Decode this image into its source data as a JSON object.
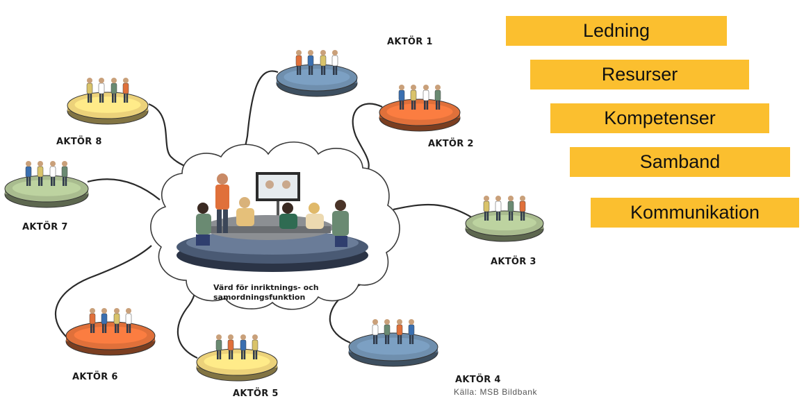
{
  "actors": [
    {
      "id": 1,
      "label": "AKTÖR 1",
      "color": "#6f8fae"
    },
    {
      "id": 2,
      "label": "AKTÖR 2",
      "color": "#e0703a"
    },
    {
      "id": 3,
      "label": "AKTÖR 3",
      "color": "#a9bc8f"
    },
    {
      "id": 4,
      "label": "AKTÖR 4",
      "color": "#6f8fae"
    },
    {
      "id": 5,
      "label": "AKTÖR 5",
      "color": "#ecd27a"
    },
    {
      "id": 6,
      "label": "AKTÖR 6",
      "color": "#e0703a"
    },
    {
      "id": 7,
      "label": "AKTÖR 7",
      "color": "#a9bc8f"
    },
    {
      "id": 8,
      "label": "AKTÖR 8",
      "color": "#ecd27a"
    }
  ],
  "host": {
    "line1": "Värd för inriktnings- och",
    "line2": "samordningsfunktion"
  },
  "source": "Källa: MSB Bildbank",
  "tags": [
    "Ledning",
    "Resurser",
    "Kompetenser",
    "Samband",
    "Kommunikation"
  ],
  "colors": {
    "tag_background": "#fbbf2f",
    "host_platform": "#4a5a74"
  }
}
